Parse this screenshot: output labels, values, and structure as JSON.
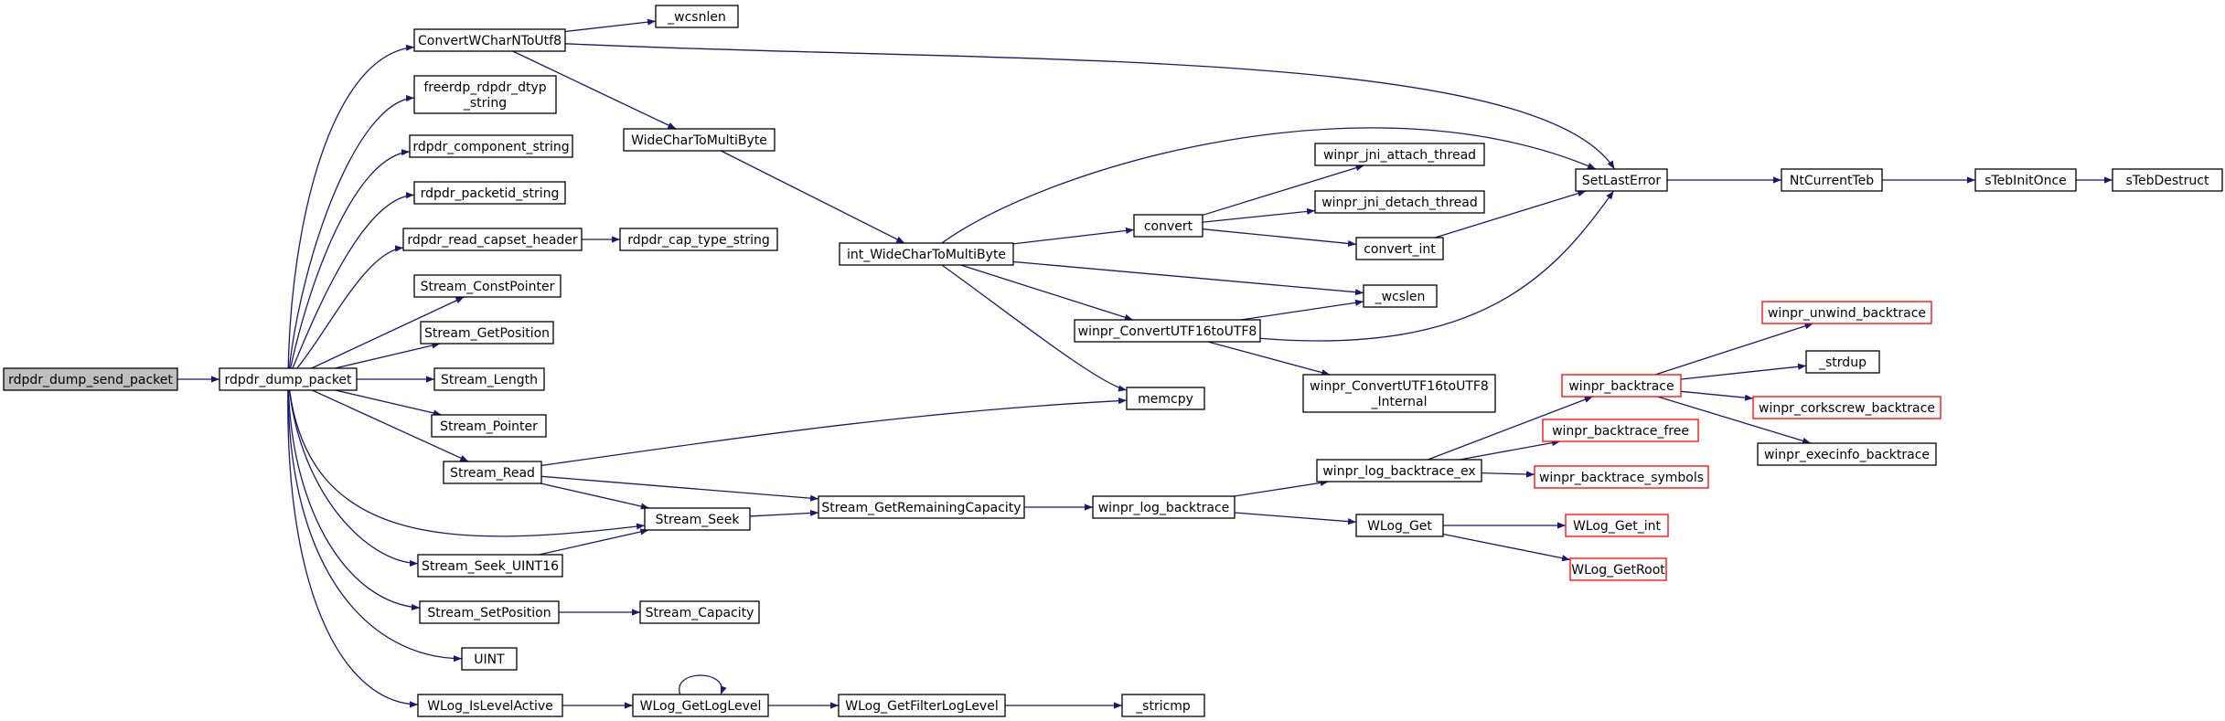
{
  "colors": {
    "edge": "#191970",
    "node_border": "#000000",
    "node_fill": "#ffffff",
    "root_fill": "#bfbfbf",
    "truncated_border": "#ff0000"
  },
  "nodes": [
    {
      "id": "rdpdr_dump_send_packet",
      "lines": [
        "rdpdr_dump_send_packet"
      ],
      "style": "root"
    },
    {
      "id": "rdpdr_dump_packet",
      "lines": [
        "rdpdr_dump_packet"
      ]
    },
    {
      "id": "ConvertWCharNToUtf8",
      "lines": [
        "ConvertWCharNToUtf8"
      ]
    },
    {
      "id": "freerdp_rdpdr_dtyp_string",
      "lines": [
        "freerdp_rdpdr_dtyp",
        "_string"
      ]
    },
    {
      "id": "rdpdr_component_string",
      "lines": [
        "rdpdr_component_string"
      ]
    },
    {
      "id": "rdpdr_packetid_string",
      "lines": [
        "rdpdr_packetid_string"
      ]
    },
    {
      "id": "rdpdr_read_capset_header",
      "lines": [
        "rdpdr_read_capset_header"
      ]
    },
    {
      "id": "Stream_ConstPointer",
      "lines": [
        "Stream_ConstPointer"
      ]
    },
    {
      "id": "Stream_GetPosition",
      "lines": [
        "Stream_GetPosition"
      ]
    },
    {
      "id": "Stream_Length",
      "lines": [
        "Stream_Length"
      ]
    },
    {
      "id": "Stream_Pointer",
      "lines": [
        "Stream_Pointer"
      ]
    },
    {
      "id": "Stream_Read",
      "lines": [
        "Stream_Read"
      ]
    },
    {
      "id": "Stream_Seek_UINT16",
      "lines": [
        "Stream_Seek_UINT16"
      ]
    },
    {
      "id": "Stream_SetPosition",
      "lines": [
        "Stream_SetPosition"
      ]
    },
    {
      "id": "UINT",
      "lines": [
        "UINT"
      ]
    },
    {
      "id": "WLog_IsLevelActive",
      "lines": [
        "WLog_IsLevelActive"
      ]
    },
    {
      "id": "_wcsnlen",
      "lines": [
        "_wcsnlen"
      ]
    },
    {
      "id": "WideCharToMultiByte",
      "lines": [
        "WideCharToMultiByte"
      ]
    },
    {
      "id": "rdpdr_cap_type_string",
      "lines": [
        "rdpdr_cap_type_string"
      ]
    },
    {
      "id": "Stream_Seek",
      "lines": [
        "Stream_Seek"
      ]
    },
    {
      "id": "Stream_GetRemainingCapacity",
      "lines": [
        "Stream_GetRemainingCapacity"
      ]
    },
    {
      "id": "Stream_Capacity",
      "lines": [
        "Stream_Capacity"
      ]
    },
    {
      "id": "WLog_GetLogLevel",
      "lines": [
        "WLog_GetLogLevel"
      ]
    },
    {
      "id": "int_WideCharToMultiByte",
      "lines": [
        "int_WideCharToMultiByte"
      ]
    },
    {
      "id": "WLog_GetFilterLogLevel",
      "lines": [
        "WLog_GetFilterLogLevel"
      ]
    },
    {
      "id": "_stricmp",
      "lines": [
        "_stricmp"
      ]
    },
    {
      "id": "winpr_log_backtrace",
      "lines": [
        "winpr_log_backtrace"
      ]
    },
    {
      "id": "convert",
      "lines": [
        "convert"
      ]
    },
    {
      "id": "winpr_ConvertUTF16toUTF8",
      "lines": [
        "winpr_ConvertUTF16toUTF8"
      ]
    },
    {
      "id": "memcpy",
      "lines": [
        "memcpy"
      ]
    },
    {
      "id": "winpr_jni_attach_thread",
      "lines": [
        "winpr_jni_attach_thread"
      ]
    },
    {
      "id": "winpr_jni_detach_thread",
      "lines": [
        "winpr_jni_detach_thread"
      ]
    },
    {
      "id": "convert_int",
      "lines": [
        "convert_int"
      ]
    },
    {
      "id": "_wcslen",
      "lines": [
        "_wcslen"
      ]
    },
    {
      "id": "winpr_ConvertUTF16toUTF8_Internal",
      "lines": [
        "winpr_ConvertUTF16toUTF8",
        "_Internal"
      ]
    },
    {
      "id": "winpr_log_backtrace_ex",
      "lines": [
        "winpr_log_backtrace_ex"
      ]
    },
    {
      "id": "WLog_Get",
      "lines": [
        "WLog_Get"
      ]
    },
    {
      "id": "SetLastError",
      "lines": [
        "SetLastError"
      ]
    },
    {
      "id": "winpr_backtrace",
      "lines": [
        "winpr_backtrace"
      ],
      "style": "truncated"
    },
    {
      "id": "winpr_backtrace_free",
      "lines": [
        "winpr_backtrace_free"
      ],
      "style": "truncated"
    },
    {
      "id": "winpr_backtrace_symbols",
      "lines": [
        "winpr_backtrace_symbols"
      ],
      "style": "truncated"
    },
    {
      "id": "WLog_Get_int",
      "lines": [
        "WLog_Get_int"
      ],
      "style": "truncated"
    },
    {
      "id": "WLog_GetRoot",
      "lines": [
        "WLog_GetRoot"
      ],
      "style": "truncated"
    },
    {
      "id": "NtCurrentTeb",
      "lines": [
        "NtCurrentTeb"
      ]
    },
    {
      "id": "winpr_unwind_backtrace",
      "lines": [
        "winpr_unwind_backtrace"
      ],
      "style": "truncated"
    },
    {
      "id": "_strdup",
      "lines": [
        "_strdup"
      ]
    },
    {
      "id": "winpr_corkscrew_backtrace",
      "lines": [
        "winpr_corkscrew_backtrace"
      ],
      "style": "truncated"
    },
    {
      "id": "winpr_execinfo_backtrace",
      "lines": [
        "winpr_execinfo_backtrace"
      ]
    },
    {
      "id": "sTebInitOnce",
      "lines": [
        "sTebInitOnce"
      ]
    },
    {
      "id": "sTebDestruct",
      "lines": [
        "sTebDestruct"
      ]
    }
  ],
  "edges": [
    [
      "rdpdr_dump_send_packet",
      "rdpdr_dump_packet"
    ],
    [
      "rdpdr_dump_packet",
      "ConvertWCharNToUtf8"
    ],
    [
      "rdpdr_dump_packet",
      "freerdp_rdpdr_dtyp_string"
    ],
    [
      "rdpdr_dump_packet",
      "rdpdr_component_string"
    ],
    [
      "rdpdr_dump_packet",
      "rdpdr_packetid_string"
    ],
    [
      "rdpdr_dump_packet",
      "rdpdr_read_capset_header"
    ],
    [
      "rdpdr_dump_packet",
      "Stream_ConstPointer"
    ],
    [
      "rdpdr_dump_packet",
      "Stream_GetPosition"
    ],
    [
      "rdpdr_dump_packet",
      "Stream_Length"
    ],
    [
      "rdpdr_dump_packet",
      "Stream_Pointer"
    ],
    [
      "rdpdr_dump_packet",
      "Stream_Read"
    ],
    [
      "rdpdr_dump_packet",
      "Stream_Seek"
    ],
    [
      "rdpdr_dump_packet",
      "Stream_Seek_UINT16"
    ],
    [
      "rdpdr_dump_packet",
      "Stream_SetPosition"
    ],
    [
      "rdpdr_dump_packet",
      "UINT"
    ],
    [
      "rdpdr_dump_packet",
      "WLog_IsLevelActive"
    ],
    [
      "ConvertWCharNToUtf8",
      "_wcsnlen"
    ],
    [
      "ConvertWCharNToUtf8",
      "WideCharToMultiByte"
    ],
    [
      "ConvertWCharNToUtf8",
      "SetLastError"
    ],
    [
      "rdpdr_read_capset_header",
      "rdpdr_cap_type_string"
    ],
    [
      "Stream_Read",
      "Stream_Seek"
    ],
    [
      "Stream_Read",
      "Stream_GetRemainingCapacity"
    ],
    [
      "Stream_Read",
      "memcpy"
    ],
    [
      "Stream_Seek_UINT16",
      "Stream_Seek"
    ],
    [
      "Stream_Seek",
      "Stream_GetRemainingCapacity"
    ],
    [
      "Stream_SetPosition",
      "Stream_Capacity"
    ],
    [
      "WLog_IsLevelActive",
      "WLog_GetLogLevel"
    ],
    [
      "WLog_GetLogLevel",
      "WLog_GetLogLevel"
    ],
    [
      "WLog_GetLogLevel",
      "WLog_GetFilterLogLevel"
    ],
    [
      "WLog_GetFilterLogLevel",
      "_stricmp"
    ],
    [
      "WideCharToMultiByte",
      "int_WideCharToMultiByte"
    ],
    [
      "int_WideCharToMultiByte",
      "SetLastError"
    ],
    [
      "int_WideCharToMultiByte",
      "convert"
    ],
    [
      "int_WideCharToMultiByte",
      "_wcslen"
    ],
    [
      "int_WideCharToMultiByte",
      "winpr_ConvertUTF16toUTF8"
    ],
    [
      "int_WideCharToMultiByte",
      "memcpy"
    ],
    [
      "Stream_GetRemainingCapacity",
      "winpr_log_backtrace"
    ],
    [
      "convert",
      "winpr_jni_attach_thread"
    ],
    [
      "convert",
      "winpr_jni_detach_thread"
    ],
    [
      "convert",
      "convert_int"
    ],
    [
      "convert_int",
      "SetLastError"
    ],
    [
      "winpr_ConvertUTF16toUTF8",
      "_wcslen"
    ],
    [
      "winpr_ConvertUTF16toUTF8",
      "SetLastError"
    ],
    [
      "winpr_ConvertUTF16toUTF8",
      "winpr_ConvertUTF16toUTF8_Internal"
    ],
    [
      "winpr_log_backtrace",
      "winpr_log_backtrace_ex"
    ],
    [
      "winpr_log_backtrace",
      "WLog_Get"
    ],
    [
      "winpr_log_backtrace_ex",
      "winpr_backtrace"
    ],
    [
      "winpr_log_backtrace_ex",
      "winpr_backtrace_free"
    ],
    [
      "winpr_log_backtrace_ex",
      "winpr_backtrace_symbols"
    ],
    [
      "WLog_Get",
      "WLog_Get_int"
    ],
    [
      "WLog_Get",
      "WLog_GetRoot"
    ],
    [
      "SetLastError",
      "NtCurrentTeb"
    ],
    [
      "NtCurrentTeb",
      "sTebInitOnce"
    ],
    [
      "sTebInitOnce",
      "sTebDestruct"
    ],
    [
      "winpr_backtrace",
      "winpr_unwind_backtrace"
    ],
    [
      "winpr_backtrace",
      "_strdup"
    ],
    [
      "winpr_backtrace",
      "winpr_corkscrew_backtrace"
    ],
    [
      "winpr_backtrace",
      "winpr_execinfo_backtrace"
    ]
  ]
}
